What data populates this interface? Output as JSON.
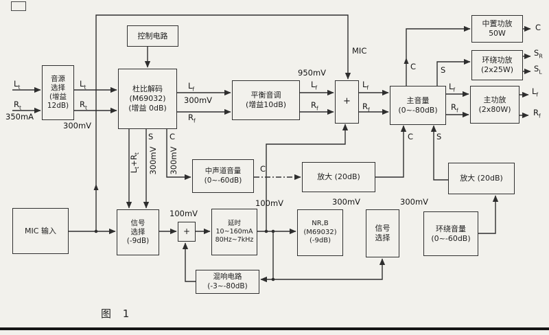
{
  "figure": {
    "caption": "图 1"
  },
  "colors": {
    "ink": "#2e2e2e",
    "paper": "#f2f1ec"
  },
  "blocks": {
    "control_circuit": {
      "text": "控制电路"
    },
    "source_select": {
      "text": "音源\n选择\n(增益\n12dB)"
    },
    "dolby_decoder": {
      "text": "杜比解码\n(M69032)\n(增益 0dB)"
    },
    "balance_tone": {
      "text": "平衡音调\n(增益10dB)"
    },
    "adder_main": {
      "text": "+"
    },
    "main_volume": {
      "text": "主音量\n(0~-80dB)"
    },
    "main_amp": {
      "text": "主功放\n(2x80W)"
    },
    "center_amp": {
      "text": "中置功放\n50W"
    },
    "surround_amp": {
      "text": "环绕功放\n(2x25W)"
    },
    "center_volume": {
      "text": "中声道音量\n(0~-60dB)"
    },
    "amp_center": {
      "text": "放大 (20dB)"
    },
    "amp_surround": {
      "text": "放大 (20dB)"
    },
    "mic_input": {
      "text": "MIC 输入"
    },
    "signal_select_mic": {
      "text": "信号\n选择\n(-9dB)"
    },
    "adder_mic": {
      "text": "+"
    },
    "delay": {
      "text": "延时\n10~160mA\n80Hz~7kHz"
    },
    "nr_b": {
      "text": "NR,B\n(M69032)\n(-9dB)"
    },
    "signal_select_surround": {
      "text": "信号\n选择"
    },
    "surround_volume": {
      "text": "环绕音量\n(0~-60dB)"
    },
    "reverb": {
      "text": "混响电路\n(-3~-80dB)"
    }
  },
  "labels": {
    "lt_input": "Lt",
    "rt_input": "Rt",
    "input_level": "350mA",
    "lt_source_out": "Lt",
    "rt_source_out": "Rt",
    "source_out_level": "300mV",
    "lf_decoder_out": "Lf",
    "decoder_out_level": "300mV",
    "rf_decoder_out": "Rf",
    "balance_out_level": "950mV",
    "lf_balance_out": "Lf",
    "rf_balance_out": "Rf",
    "mic_feed": "MIC",
    "lf_adder_out": "Lf",
    "rf_adder_out": "Rf",
    "lf_volume_out": "Lf",
    "rf_volume_out": "Rf",
    "lf_main_out": "Lf",
    "rf_main_out": "Rf",
    "c_to_center_amp": "C",
    "s_to_surround_amp": "S",
    "c_output": "C",
    "sr_output": "SR",
    "sl_output": "SL",
    "lt_rt_sum": "Lt+Rt",
    "s_decoder": "S",
    "s_decoder_level": "300mV",
    "c_decoder": "C",
    "c_decoder_level": "300mV",
    "c_dashed": "C",
    "c_from_amp": "C",
    "s_from_amp": "S",
    "mic_mix_level": "100mV",
    "delay_out_level": "100mV",
    "nr_out_level": "300mV",
    "select_out_level": "300mV"
  }
}
